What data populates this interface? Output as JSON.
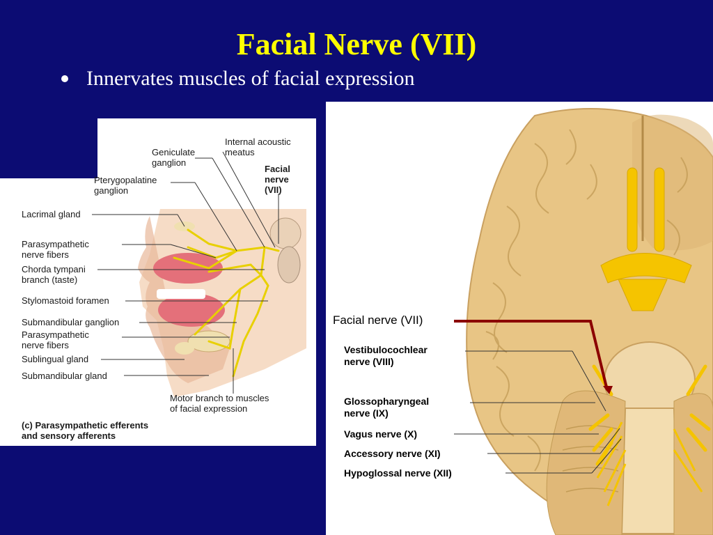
{
  "slide": {
    "title": "Facial Nerve (VII)",
    "bullet": "Innervates muscles of facial expression"
  },
  "left_figure": {
    "labels": {
      "geniculate": "Geniculate\nganglion",
      "internal_acoustic": "Internal acoustic\nmeatus",
      "facial_nerve": "Facial\nnerve\n(VII)",
      "pterygopalatine": "Pterygopalatine\nganglion",
      "lacrimal": "Lacrimal gland",
      "parasympathetic_1": "Parasympathetic\nnerve fibers",
      "chorda_tympani": "Chorda tympani\nbranch (taste)",
      "stylomastoid": "Stylomastoid foramen",
      "submandibular_ganglion": "Submandibular ganglion",
      "parasympathetic_2": "Parasympathetic\nnerve fibers",
      "sublingual": "Sublingual gland",
      "submandibular_gland": "Submandibular gland",
      "motor_branch": "Motor branch to muscles\nof facial expression",
      "caption": "(c) Parasympathetic efferents\n    and sensory afferents"
    }
  },
  "right_figure": {
    "labels": {
      "facial_nerve": "Facial nerve (VII)",
      "vestibulocochlear": "Vestibulocochlear\nnerve (VIII)",
      "glossopharyngeal": "Glossopharyngeal\nnerve (IX)",
      "vagus": "Vagus nerve (X)",
      "accessory": "Accessory nerve (XI)",
      "hypoglossal": "Hypoglossal nerve (XII)"
    }
  },
  "colors": {
    "background": "#0c0c73",
    "title": "#ffff00",
    "nerve": "#e8d000",
    "brain": "#e8c585",
    "pointer": "#8b0000"
  }
}
